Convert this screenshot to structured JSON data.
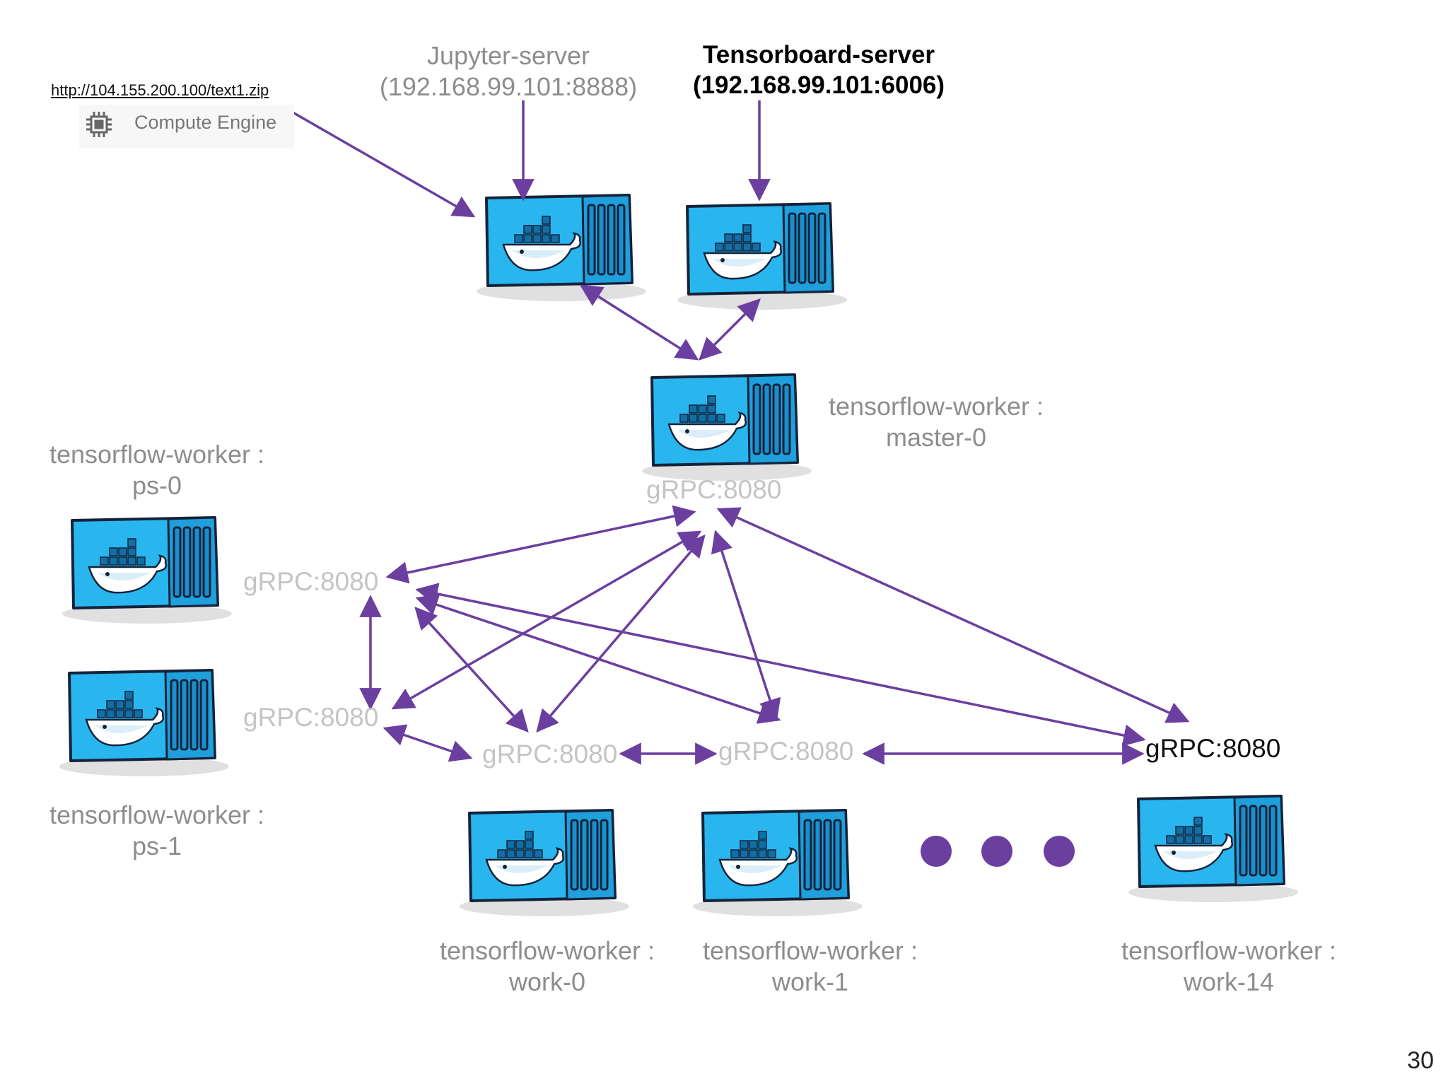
{
  "source": {
    "url": "http://104.155.200.100/text1.zip",
    "service_label": "Compute Engine",
    "service_icon": "chip-icon"
  },
  "servers": {
    "jupyter": {
      "name": "Jupyter-server",
      "address": "(192.168.99.101:8888)"
    },
    "tensorboard": {
      "name": "Tensorboard-server",
      "address": "(192.168.99.101:6006)"
    }
  },
  "nodes": [
    {
      "id": "master",
      "role": "tensorflow-worker :",
      "task": "master-0",
      "grpc": "gRPC:8080"
    },
    {
      "id": "ps0",
      "role": "tensorflow-worker :",
      "task": "ps-0",
      "grpc": "gRPC:8080"
    },
    {
      "id": "ps1",
      "role": "tensorflow-worker :",
      "task": "ps-1",
      "grpc": "gRPC:8080"
    },
    {
      "id": "work0",
      "role": "tensorflow-worker :",
      "task": "work-0",
      "grpc": "gRPC:8080"
    },
    {
      "id": "work1",
      "role": "tensorflow-worker :",
      "task": "work-1",
      "grpc": "gRPC:8080"
    },
    {
      "id": "work14",
      "role": "tensorflow-worker :",
      "task": "work-14",
      "grpc": "gRPC:8080"
    }
  ],
  "colors": {
    "arrow": "#6b3fa0",
    "ellipsis_dot": "#6b3fa0",
    "container_body": "#29b6ef",
    "container_outline": "#14233a",
    "whale": "#ffffff"
  },
  "page_number": "30"
}
